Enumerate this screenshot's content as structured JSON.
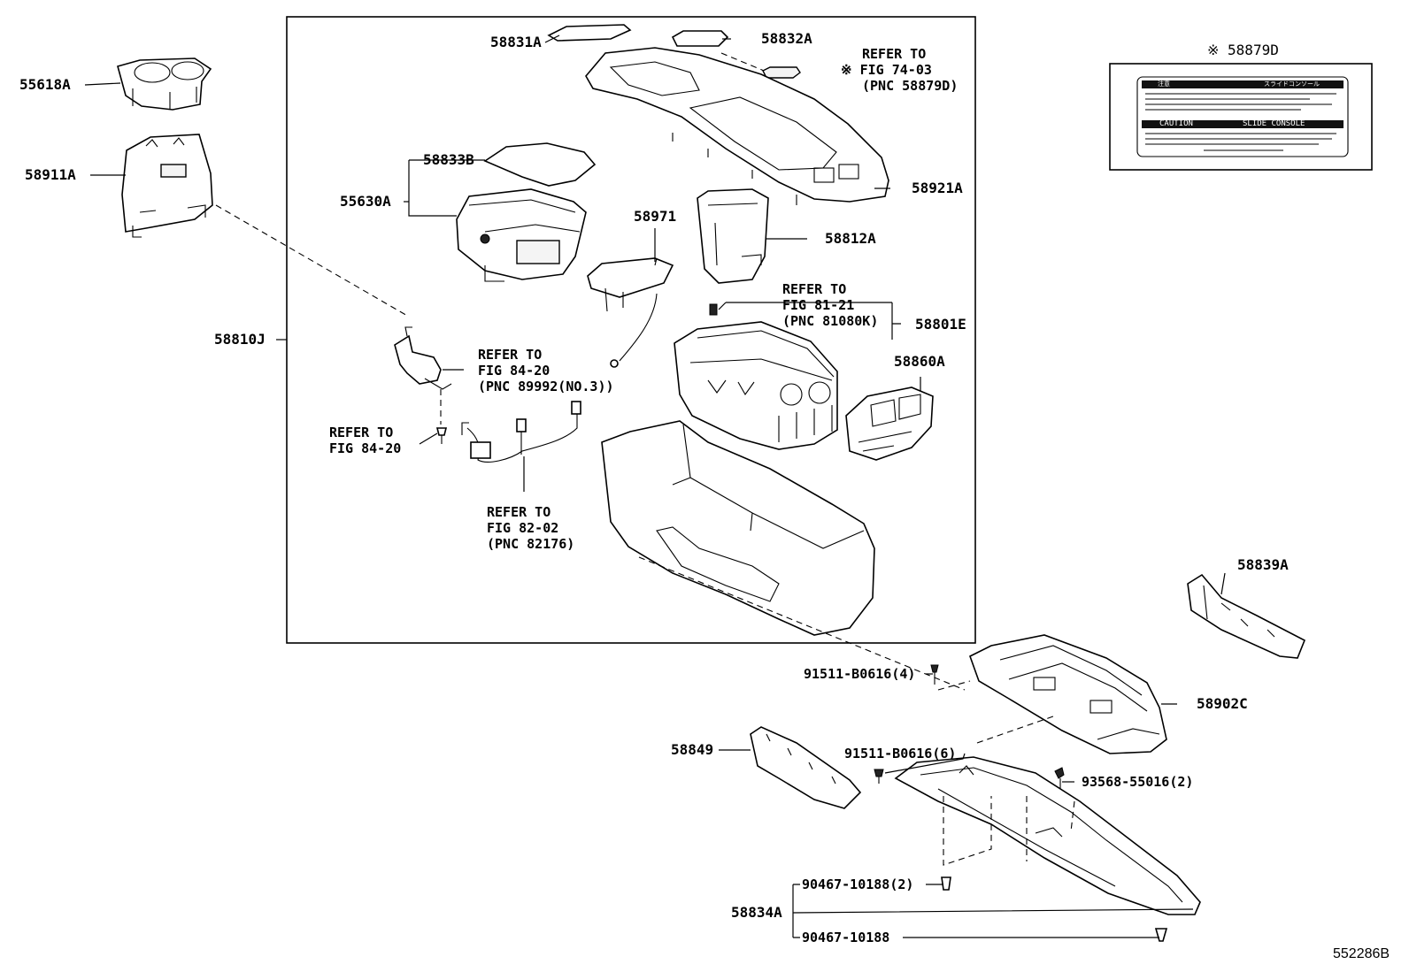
{
  "parts": {
    "p55618A": "55618A",
    "p58911A": "58911A",
    "p58810J": "58810J",
    "p58831A": "58831A",
    "p58832A": "58832A",
    "p58833B": "58833B",
    "p55630A": "55630A",
    "p58921A": "58921A",
    "p58971": "58971",
    "p58812A": "58812A",
    "p58801E": "58801E",
    "p58860A": "58860A",
    "p58839A": "58839A",
    "p58902C": "58902C",
    "p58849": "58849",
    "p58834A": "58834A"
  },
  "fasteners": {
    "f1": "91511-B0616(4)",
    "f2": "91511-B0616(6)",
    "f3": "93568-55016(2)",
    "f4": "90467-10188(2)",
    "f5": "90467-10188"
  },
  "refs": {
    "r1": [
      "REFER TO",
      "※ FIG 74-03",
      "(PNC 58879D)"
    ],
    "r2": [
      "REFER TO",
      "FIG 81-21",
      "(PNC 81080K)"
    ],
    "r3": [
      "REFER TO",
      "FIG 84-20",
      "(PNC 89992(NO.3))"
    ],
    "r4": [
      "REFER TO",
      "FIG 84-20"
    ],
    "r5": [
      "REFER TO",
      "FIG 82-02",
      "(PNC 82176)"
    ]
  },
  "caution_label": {
    "title": "※ 58879D",
    "caution_text": "CAUTION",
    "slide_text": "SLIDE CONSOLE",
    "warning_jp": "注意",
    "slide_jp": "スライドコンソール"
  },
  "figure_id": "552286B"
}
